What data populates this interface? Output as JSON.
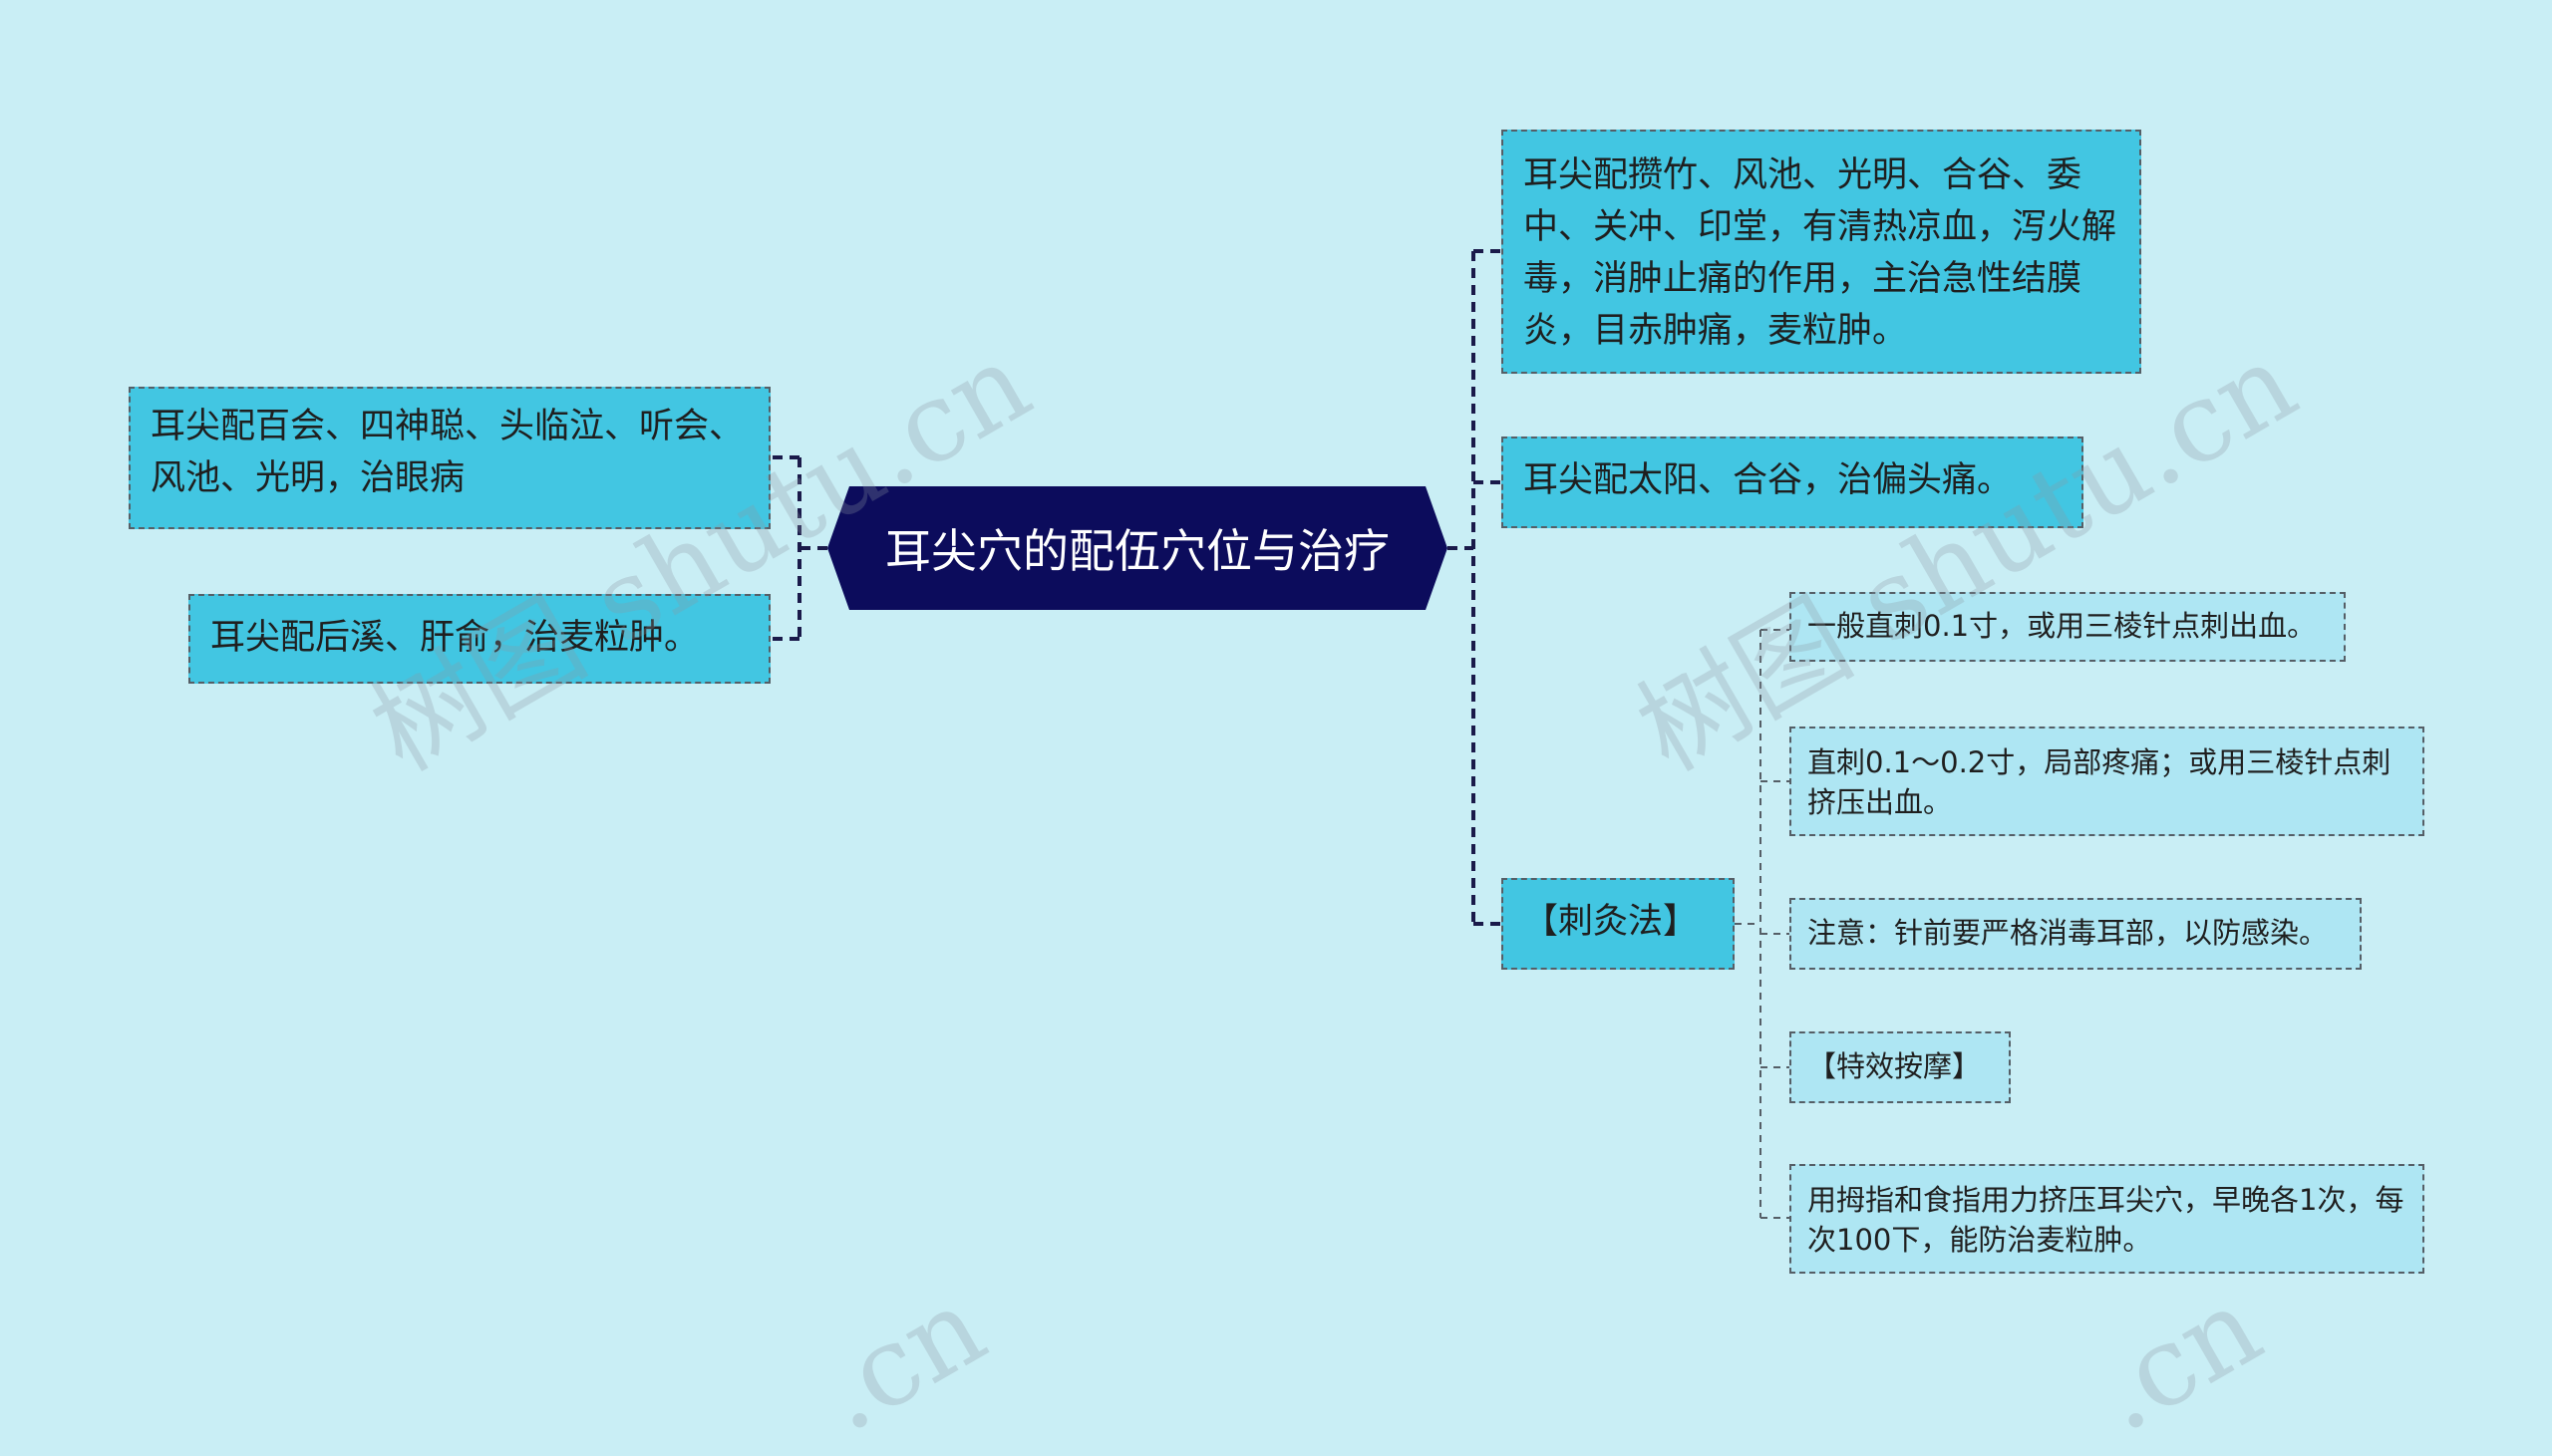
{
  "colors": {
    "background": "#c9eef5",
    "root_fill": "#0c0c5c",
    "level1_fill": "#42c6e2",
    "level2_fill": "#aee6f3",
    "connector": "#1a1a4a"
  },
  "root": {
    "label": "耳尖穴的配伍穴位与治疗"
  },
  "left_branches": [
    {
      "text": "耳尖配百会、四神聪、头临泣、听会、风池、光明，治眼病"
    },
    {
      "text": "耳尖配后溪、肝俞，治麦粒肿。"
    }
  ],
  "right_branches": [
    {
      "text": "耳尖配攒竹、风池、光明、合谷、委中、关冲、印堂，有清热凉血，泻火解毒，消肿止痛的作用，主治急性结膜炎，目赤肿痛，麦粒肿。"
    },
    {
      "text": "耳尖配太阳、合谷，治偏头痛。"
    },
    {
      "text": "【刺灸法】",
      "children": [
        {
          "text": "一般直刺0.1寸，或用三棱针点刺出血。"
        },
        {
          "text": "直刺0.1～0.2寸，局部疼痛；或用三棱针点刺挤压出血。"
        },
        {
          "text": "注意：针前要严格消毒耳部，以防感染。"
        },
        {
          "text": "【特效按摩】"
        },
        {
          "text": "用拇指和食指用力挤压耳尖穴，早晚各1次，每次100下，能防治麦粒肿。"
        }
      ]
    }
  ],
  "watermarks": [
    "树图 shutu.cn",
    "树图 shutu.cn",
    ".cn",
    ".cn"
  ]
}
